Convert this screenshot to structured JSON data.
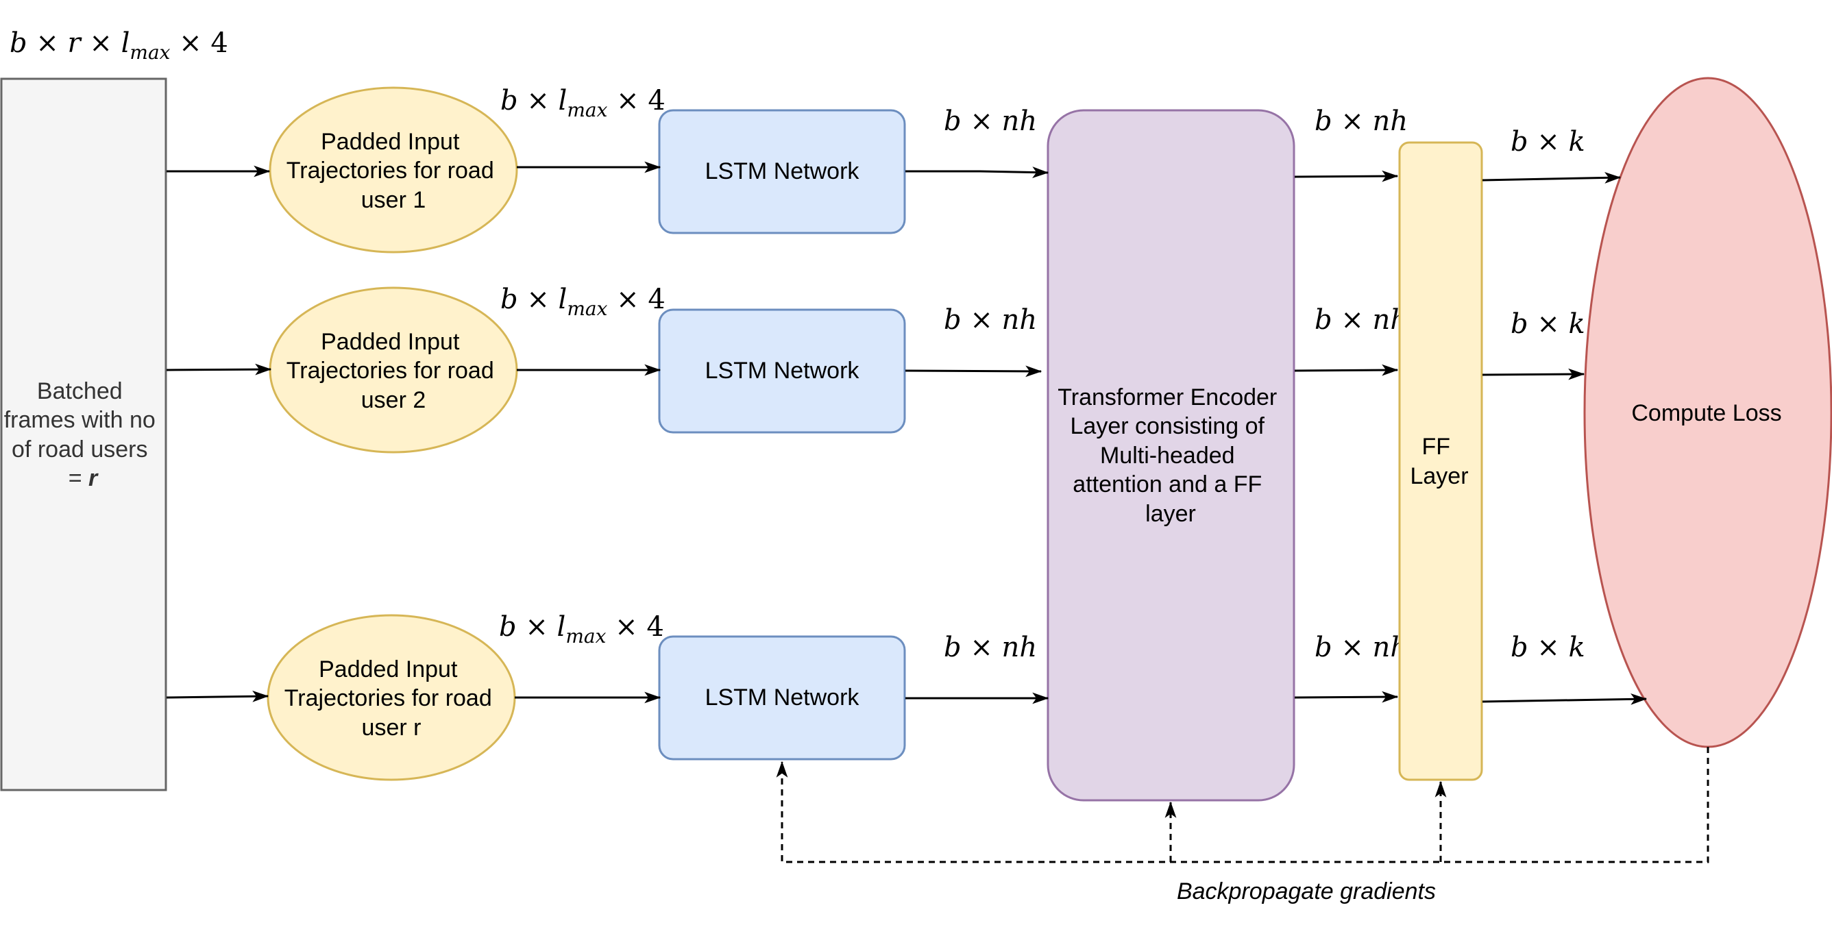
{
  "batch_box": {
    "lines": [
      "Batched",
      "frames with no",
      "of road users",
      "= "
    ],
    "var": "r"
  },
  "shape_labels": {
    "batch": "b × r × l",
    "sub": "max",
    "suffix": " × 4"
  },
  "inputs": [
    {
      "lines": [
        "Padded Input",
        "Trajectories for road",
        "user 1"
      ],
      "dim": "b × l",
      "dim_sub": "max",
      "dim_suffix": " × 4"
    },
    {
      "lines": [
        "Padded Input",
        "Trajectories for road",
        "user 2"
      ],
      "dim": "b × l",
      "dim_sub": "max",
      "dim_suffix": " × 4"
    },
    {
      "lines": [
        "Padded Input",
        "Trajectories for road",
        "user r"
      ],
      "dim": "b × l",
      "dim_sub": "max",
      "dim_suffix": " × 4"
    }
  ],
  "lstm": {
    "label": "LSTM Network",
    "out_dim": "b × nh"
  },
  "transformer": {
    "lines": [
      "Transformer Encoder",
      "Layer consisting of",
      "Multi-headed",
      "attention and a FF",
      "layer"
    ],
    "out_dim": "b × nh"
  },
  "ff": {
    "lines": [
      "FF",
      "Layer"
    ],
    "out_dim": "b × k"
  },
  "loss": {
    "label": "Compute Loss"
  },
  "backprop": {
    "label": "Backpropagate gradients"
  },
  "colors": {
    "batch_fill": "#f5f5f5",
    "batch_stroke": "#666666",
    "input_fill": "#fff2cc",
    "input_stroke": "#d6b656",
    "lstm_fill": "#dae8fc",
    "lstm_stroke": "#6c8ebf",
    "transformer_fill": "#e1d5e7",
    "transformer_stroke": "#9673a6",
    "ff_fill": "#fff2cc",
    "ff_stroke": "#d6b656",
    "loss_fill": "#f8cecc",
    "loss_stroke": "#b85450"
  }
}
